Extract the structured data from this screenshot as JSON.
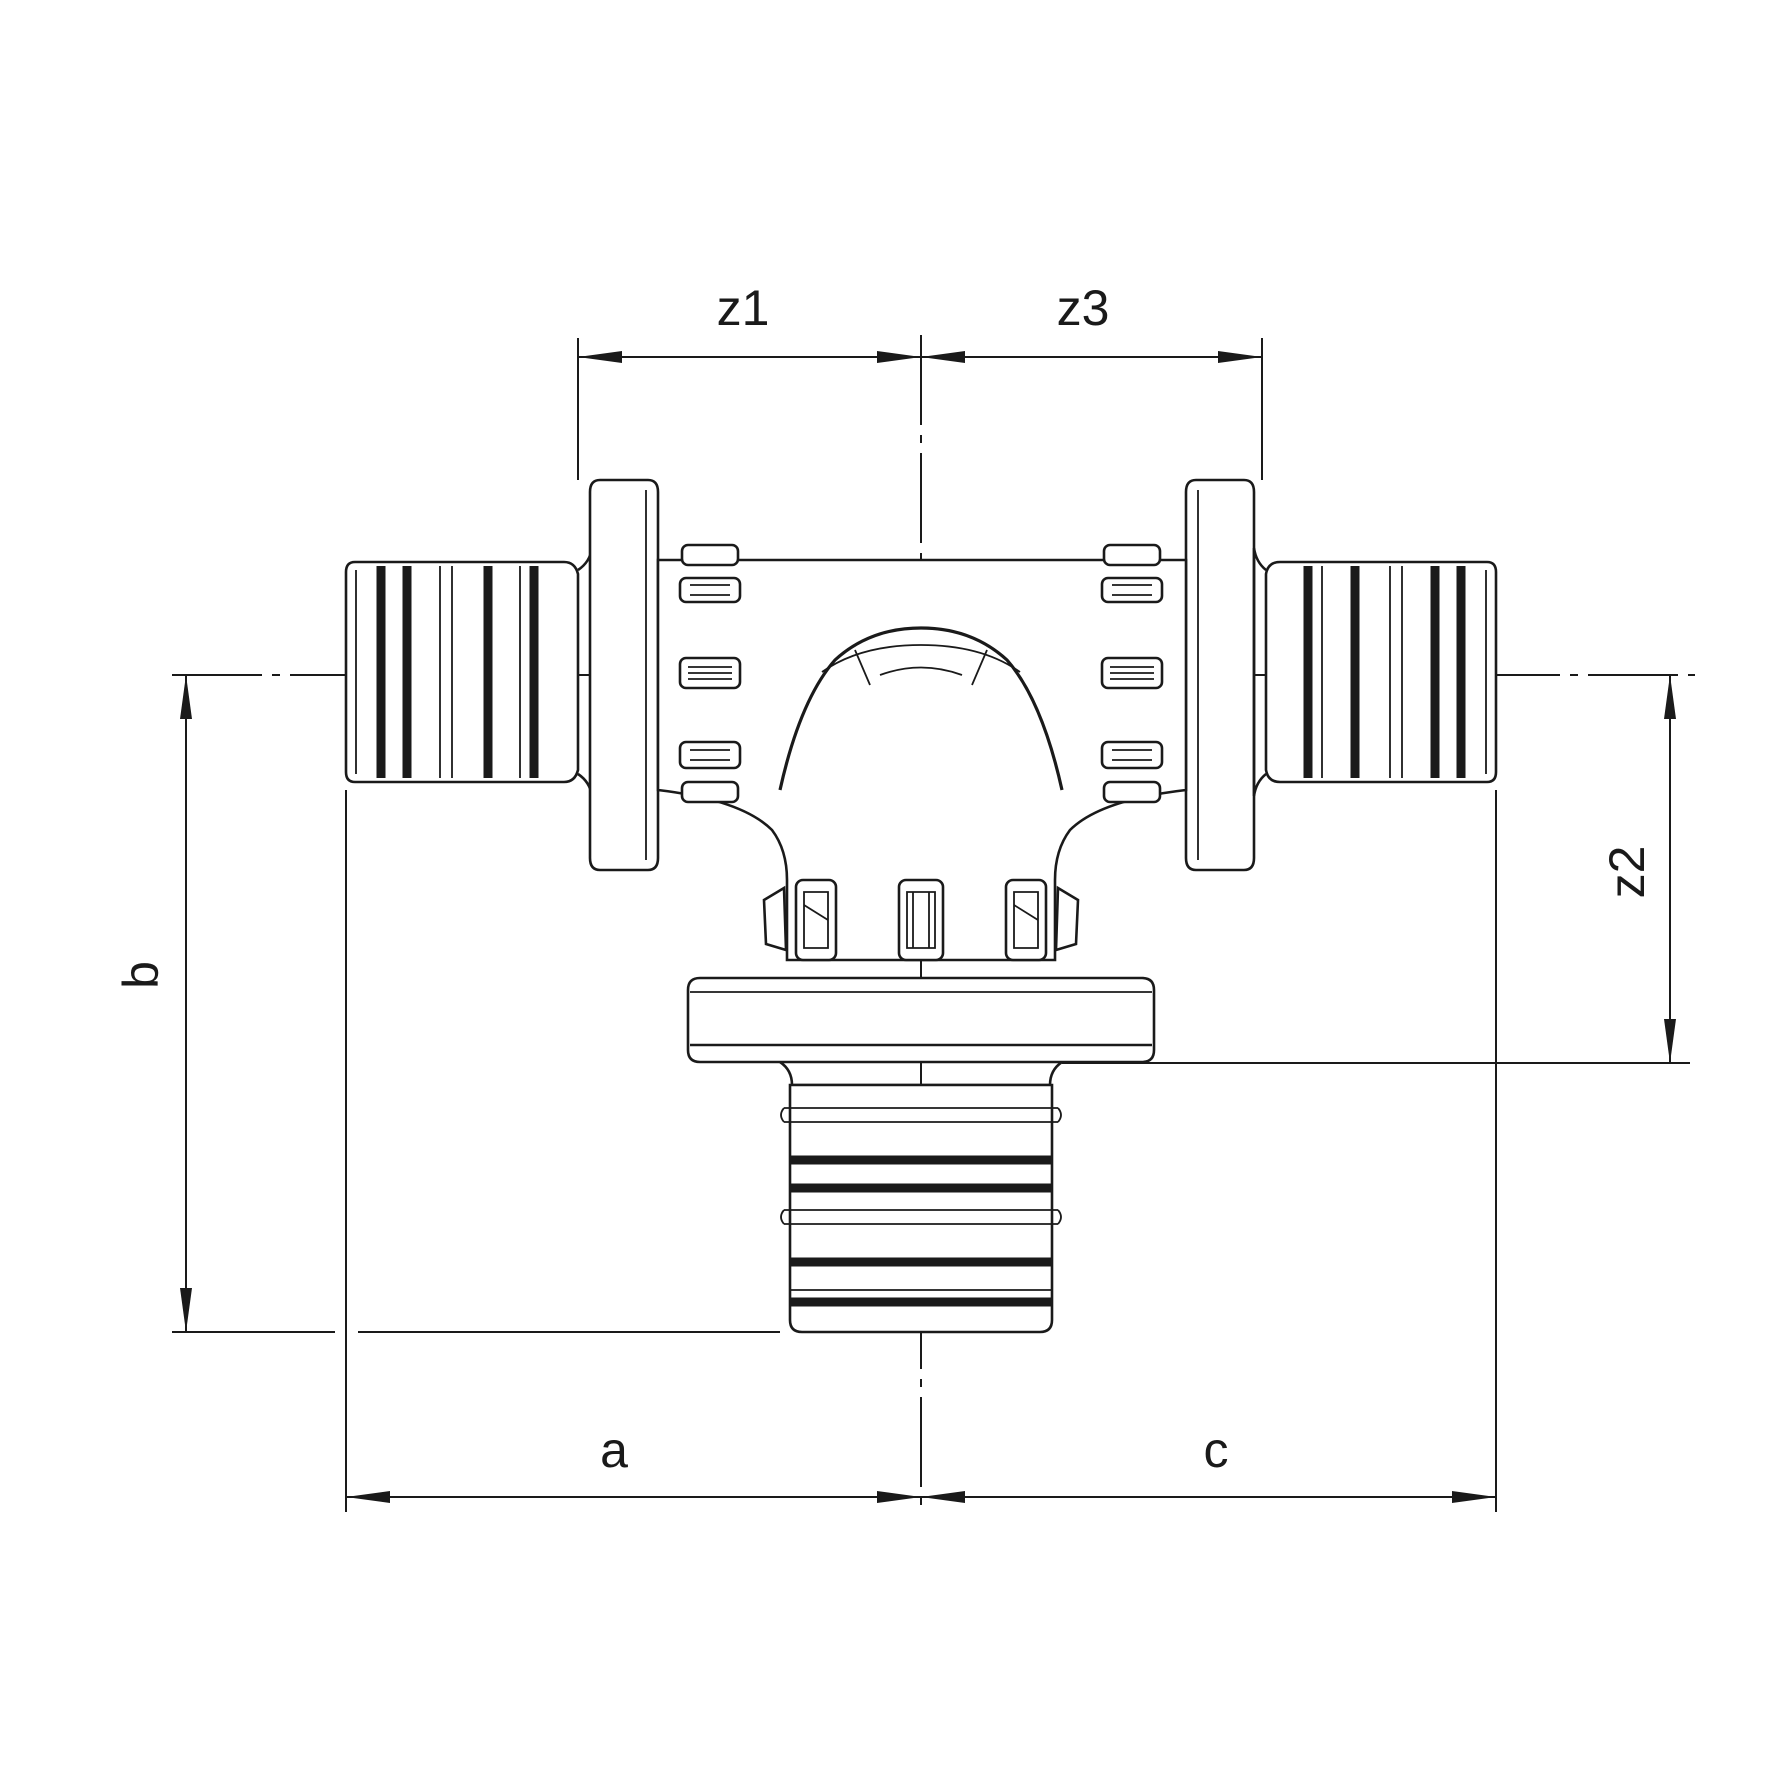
{
  "diagram": {
    "labels": {
      "a": "a",
      "b": "b",
      "c": "c",
      "z1": "z1",
      "z2": "z2",
      "z3": "z3"
    }
  }
}
